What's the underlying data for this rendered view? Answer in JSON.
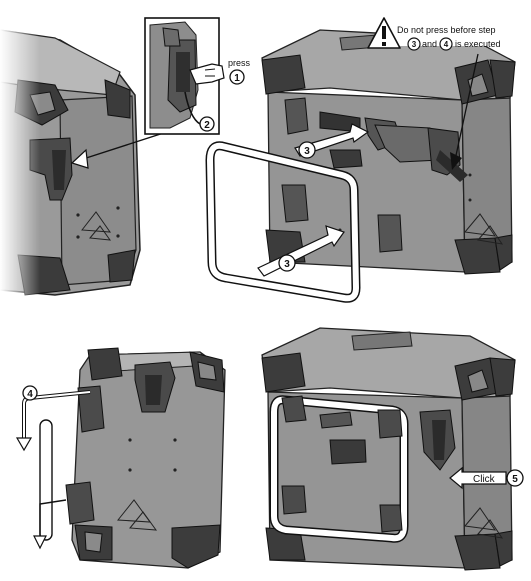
{
  "callouts": {
    "press_label": "press",
    "step1": "1",
    "step2": "2",
    "step3": "3",
    "step4": "4",
    "step5": "5",
    "click_label": "Click"
  },
  "warning": {
    "icon": "exclamation-triangle-icon",
    "line1": "Do not press before step",
    "and": "and",
    "executed": "is executed"
  },
  "colors": {
    "case_fill": "#9b9b9b",
    "case_dark": "#3c3c3c",
    "case_shade": "#6e6e6e",
    "frame_fill": "#ffffff",
    "outline": "#111111"
  }
}
